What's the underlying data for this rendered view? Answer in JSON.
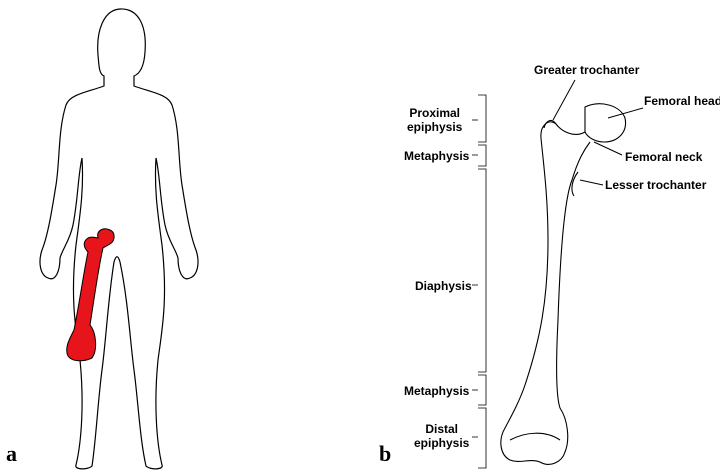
{
  "panels": {
    "a": {
      "label": "a"
    },
    "b": {
      "label": "b"
    }
  },
  "regions": {
    "proximal_epiphysis_line1": "Proximal",
    "proximal_epiphysis_line2": "epiphysis",
    "metaphysis_upper": "Metaphysis",
    "diaphysis": "Diaphysis",
    "metaphysis_lower": "Metaphysis",
    "distal_epiphysis_line1": "Distal",
    "distal_epiphysis_line2": "epiphysis"
  },
  "parts": {
    "greater_trochanter": "Greater trochanter",
    "femoral_head": "Femoral head",
    "femoral_neck": "Femoral neck",
    "lesser_trochanter": "Lesser trochanter"
  },
  "colors": {
    "highlight": "#e8141c",
    "outline": "#000000"
  }
}
